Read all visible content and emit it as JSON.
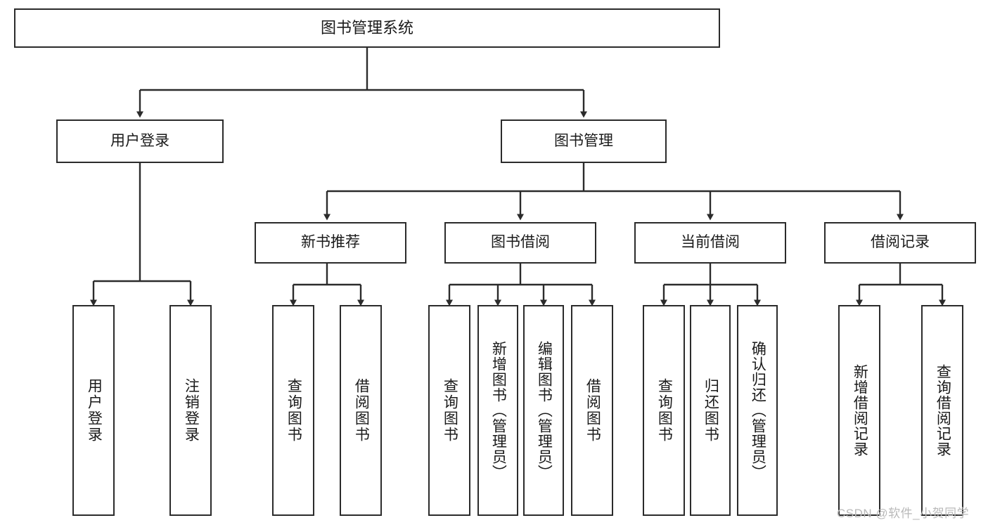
{
  "diagram": {
    "title": "图书管理系统",
    "type": "hierarchy-tree",
    "colors": {
      "box_border": "#2b2b2b",
      "box_fill": "#ffffff",
      "edge": "#2b2b2b",
      "text": "#1a1a1a",
      "watermark": "#b9b9b9",
      "background": "#ffffff"
    },
    "nodes": {
      "root": {
        "label": "图书管理系统"
      },
      "level2": [
        {
          "id": "user-login",
          "label": "用户登录"
        },
        {
          "id": "book-manage",
          "label": "图书管理"
        }
      ],
      "level3": [
        {
          "id": "new-book-recommend",
          "label": "新书推荐"
        },
        {
          "id": "book-borrow",
          "label": "图书借阅"
        },
        {
          "id": "current-borrow",
          "label": "当前借阅"
        },
        {
          "id": "borrow-record",
          "label": "借阅记录"
        }
      ],
      "leaves": [
        {
          "id": "leaf-user-login",
          "label": "用户登录",
          "parent": "user-login"
        },
        {
          "id": "leaf-logout-login",
          "label": "注销登录",
          "parent": "user-login"
        },
        {
          "id": "leaf-query-book-1",
          "label": "查询图书",
          "parent": "new-book-recommend"
        },
        {
          "id": "leaf-borrow-book-1",
          "label": "借阅图书",
          "parent": "new-book-recommend"
        },
        {
          "id": "leaf-query-book-2",
          "label": "查询图书",
          "parent": "book-borrow"
        },
        {
          "id": "leaf-add-book",
          "label": "新增图书（管理员）",
          "parent": "book-borrow"
        },
        {
          "id": "leaf-edit-book",
          "label": "编辑图书（管理员）",
          "parent": "book-borrow"
        },
        {
          "id": "leaf-borrow-book-2",
          "label": "借阅图书",
          "parent": "book-borrow"
        },
        {
          "id": "leaf-query-book-3",
          "label": "查询图书",
          "parent": "current-borrow"
        },
        {
          "id": "leaf-return-book",
          "label": "归还图书",
          "parent": "current-borrow"
        },
        {
          "id": "leaf-confirm-return",
          "label": "确认归还（管理员）",
          "parent": "current-borrow"
        },
        {
          "id": "leaf-add-record",
          "label": "新增借阅记录",
          "parent": "borrow-record"
        },
        {
          "id": "leaf-query-record",
          "label": "查询借阅记录",
          "parent": "borrow-record"
        }
      ]
    },
    "watermark": "CSDN @软件_小贺同学"
  }
}
